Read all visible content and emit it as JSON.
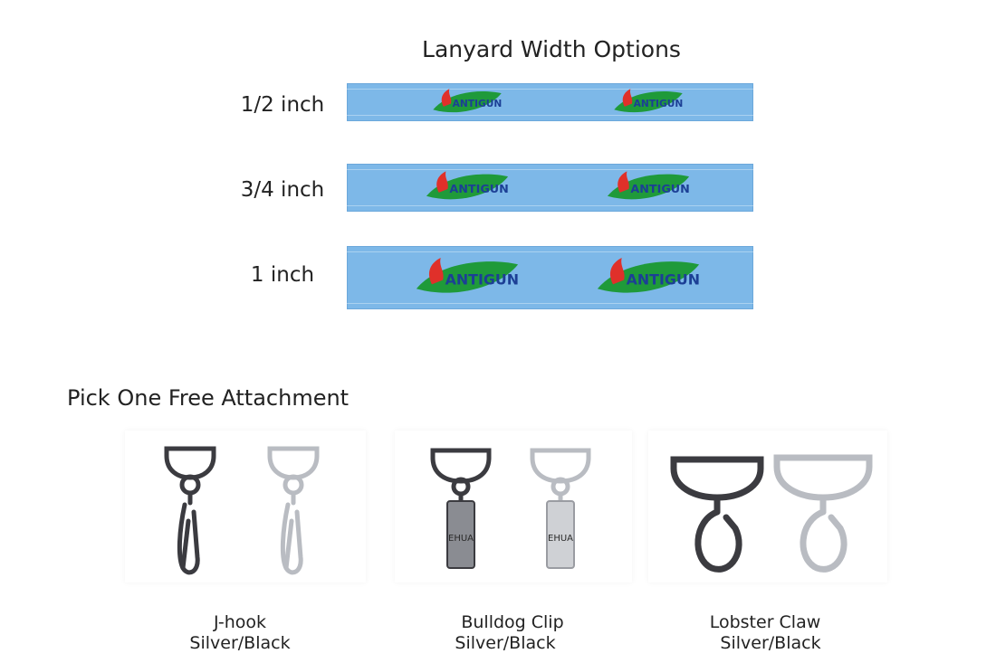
{
  "widths": {
    "title": "Lanyard Width Options",
    "options": [
      {
        "label": "1/2 inch"
      },
      {
        "label": "3/4 inch"
      },
      {
        "label": "1 inch"
      }
    ],
    "strap_color": "#7db8e8",
    "logo_colors": {
      "leaf": "#1f9a3a",
      "flame": "#e0302a",
      "text": "#1c3f95"
    },
    "logo_icon": "leaf-flame-logo"
  },
  "attachments": {
    "title": "Pick One Free Attachment",
    "items": [
      {
        "name": "J-hook",
        "colors": "Silver/Black",
        "icon": "j-hook-icon"
      },
      {
        "name": "Bulldog Clip",
        "colors": "Silver/Black",
        "icon": "bulldog-clip-icon",
        "clip_text": "EHUA"
      },
      {
        "name": "Lobster Claw",
        "colors": "Silver/Black",
        "icon": "lobster-claw-icon"
      }
    ],
    "metal_colors": {
      "black": "#3b3b40",
      "silver": "#b9bcc2"
    }
  }
}
